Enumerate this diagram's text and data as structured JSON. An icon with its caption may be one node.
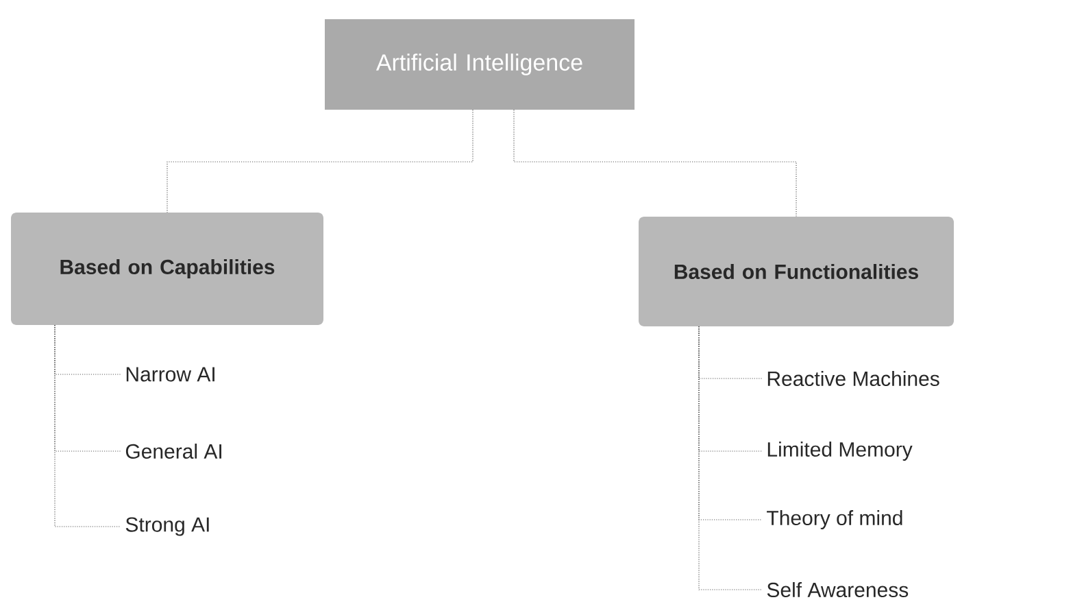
{
  "diagram": {
    "nodes": [
      {
        "text": [
          "Artificial Intelligence"
        ]
      },
      {
        "text": [
          "Based on Capabilities"
        ]
      },
      {
        "text": [
          "Based on Functionalities"
        ]
      },
      {
        "text": [
          "Narrow AI"
        ]
      },
      {
        "text": [
          "General AI"
        ]
      },
      {
        "text": [
          "Strong AI"
        ]
      },
      {
        "text": [
          "Reactive Machines"
        ]
      },
      {
        "text": [
          "Limited Memory"
        ]
      },
      {
        "text": [
          "Theory of mind"
        ]
      },
      {
        "text": [
          "Self Awareness"
        ]
      }
    ],
    "edges": [
      {
        "from": 0,
        "to": 1,
        "arrow": "none"
      },
      {
        "from": 0,
        "to": 2,
        "arrow": "none"
      },
      {
        "from": 1,
        "to": 3,
        "arrow": "none"
      },
      {
        "from": 1,
        "to": 4,
        "arrow": "none"
      },
      {
        "from": 1,
        "to": 5,
        "arrow": "none"
      },
      {
        "from": 2,
        "to": 6,
        "arrow": "none"
      },
      {
        "from": 2,
        "to": 7,
        "arrow": "none"
      },
      {
        "from": 2,
        "to": 8,
        "arrow": "none"
      },
      {
        "from": 2,
        "to": 9,
        "arrow": "none"
      }
    ]
  }
}
